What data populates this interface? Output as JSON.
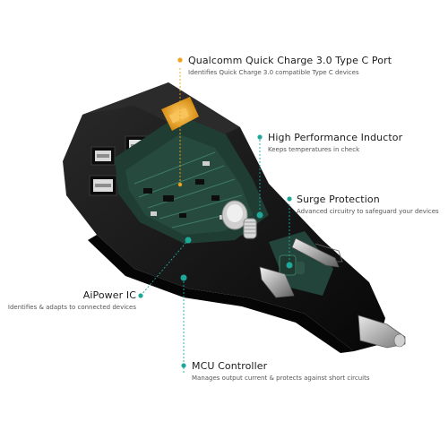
{
  "colors": {
    "accent_orange": "#f0a21a",
    "accent_teal": "#1fa89a",
    "body_black": "#141414",
    "pcb_green": "#1f3d33",
    "metal": "#b9b9b9"
  },
  "callouts": {
    "qualcomm": {
      "title": "Qualcomm Quick Charge 3.0 Type C Port",
      "desc": "Identifies Quick Charge 3.0 compatible Type C devices",
      "marker_color": "#f0a21a"
    },
    "inductor": {
      "title": "High Performance Inductor",
      "desc": "Keeps temperatures in check",
      "marker_color": "#1fa89a"
    },
    "surge": {
      "title": "Surge Protection",
      "desc": "Advanced circuitry to safeguard your devices",
      "marker_color": "#1fa89a"
    },
    "aipower": {
      "title": "AiPower IC",
      "desc": "Identifies & adapts to connected devices",
      "marker_color": "#1fa89a"
    },
    "mcu": {
      "title": "MCU Controller",
      "desc": "Manages output current & protects against short circuits",
      "marker_color": "#1fa89a"
    }
  }
}
